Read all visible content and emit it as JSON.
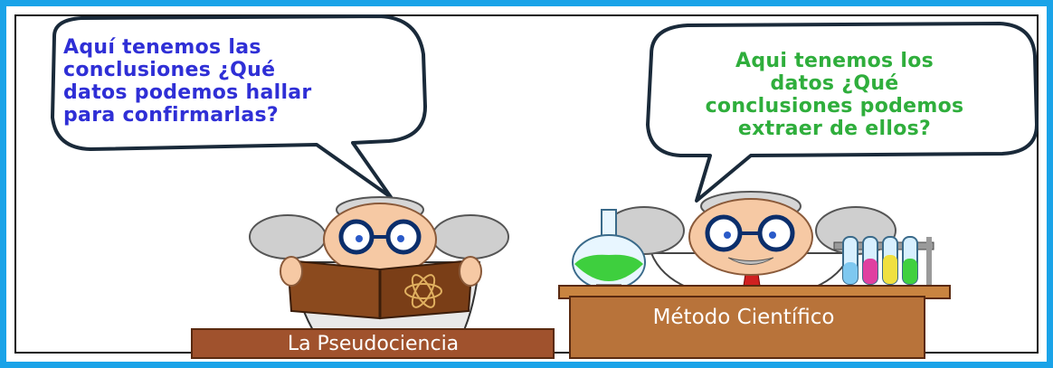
{
  "left_bubble": {
    "text": "Aquí tenemos las\nconclusiones ¿Qué\ndatos podemos hallar\npara confirmarlas?"
  },
  "right_bubble": {
    "text": "Aqui tenemos los\ndatos    ¿Qué\nconclusiones podemos\nextraer de ellos?"
  },
  "labels": {
    "pseudoscience": "La Pseudociencia",
    "scientific_method": "Método Científico"
  },
  "colors": {
    "frame": "#1aa3e8",
    "left_text": "#2f2fd6",
    "right_text": "#2fae3c",
    "sign_wood": "#a0522d",
    "desk_wood": "#b8733a"
  }
}
